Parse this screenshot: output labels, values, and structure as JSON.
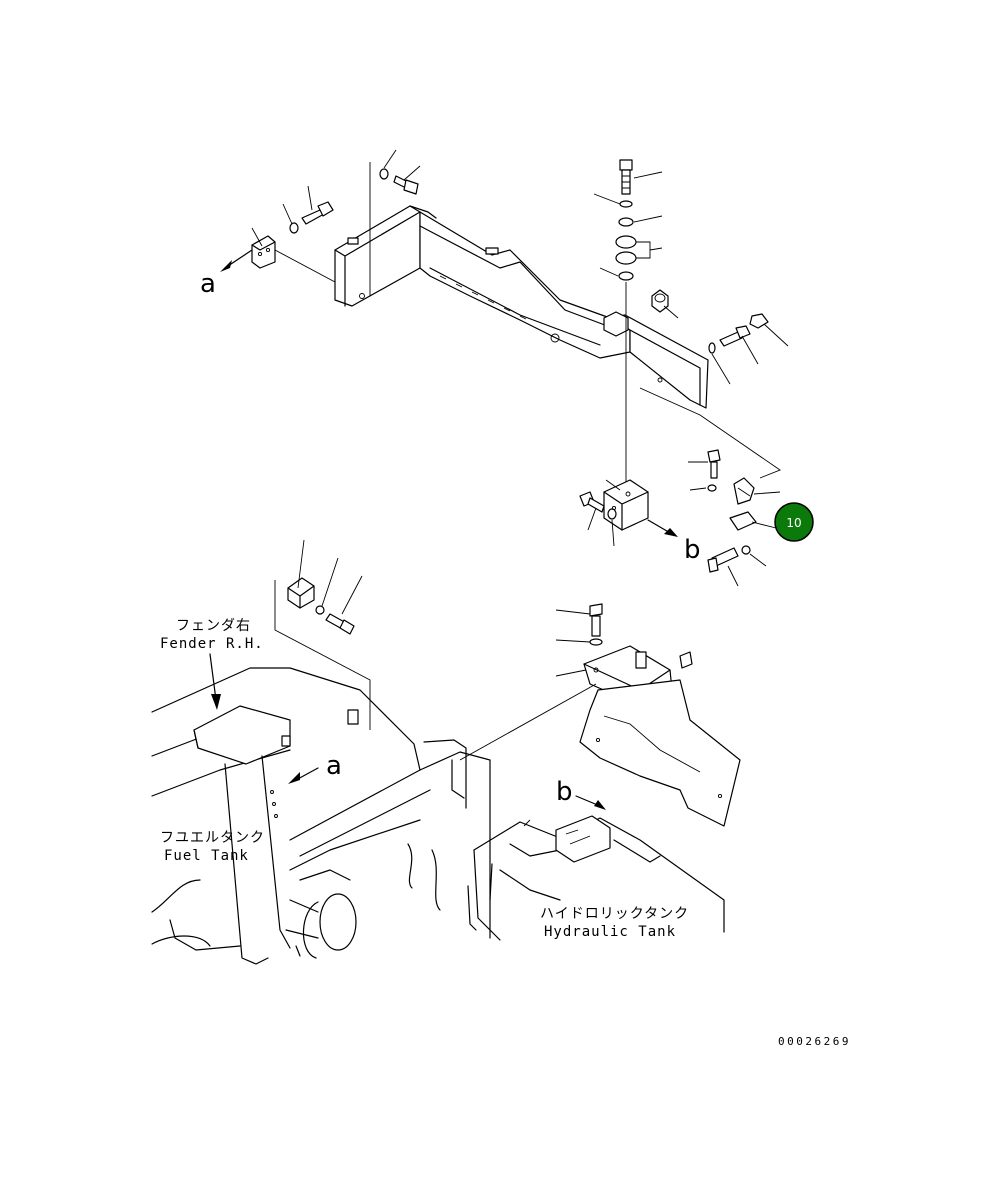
{
  "callouts": {
    "a_top": "a",
    "b_right": "b",
    "a_lower": "a",
    "b_lower": "b"
  },
  "labels": {
    "fender_jp": "フェンダ右",
    "fender_en": "Fender R.H.",
    "fuel_jp": "フユエルタンク",
    "fuel_en": "Fuel Tank",
    "hydraulic_jp": "ハイドロリックタンク",
    "hydraulic_en": "Hydraulic Tank"
  },
  "part_badge": {
    "number": "10",
    "color": "#0b7a0b"
  },
  "drawing_code": "00026269"
}
